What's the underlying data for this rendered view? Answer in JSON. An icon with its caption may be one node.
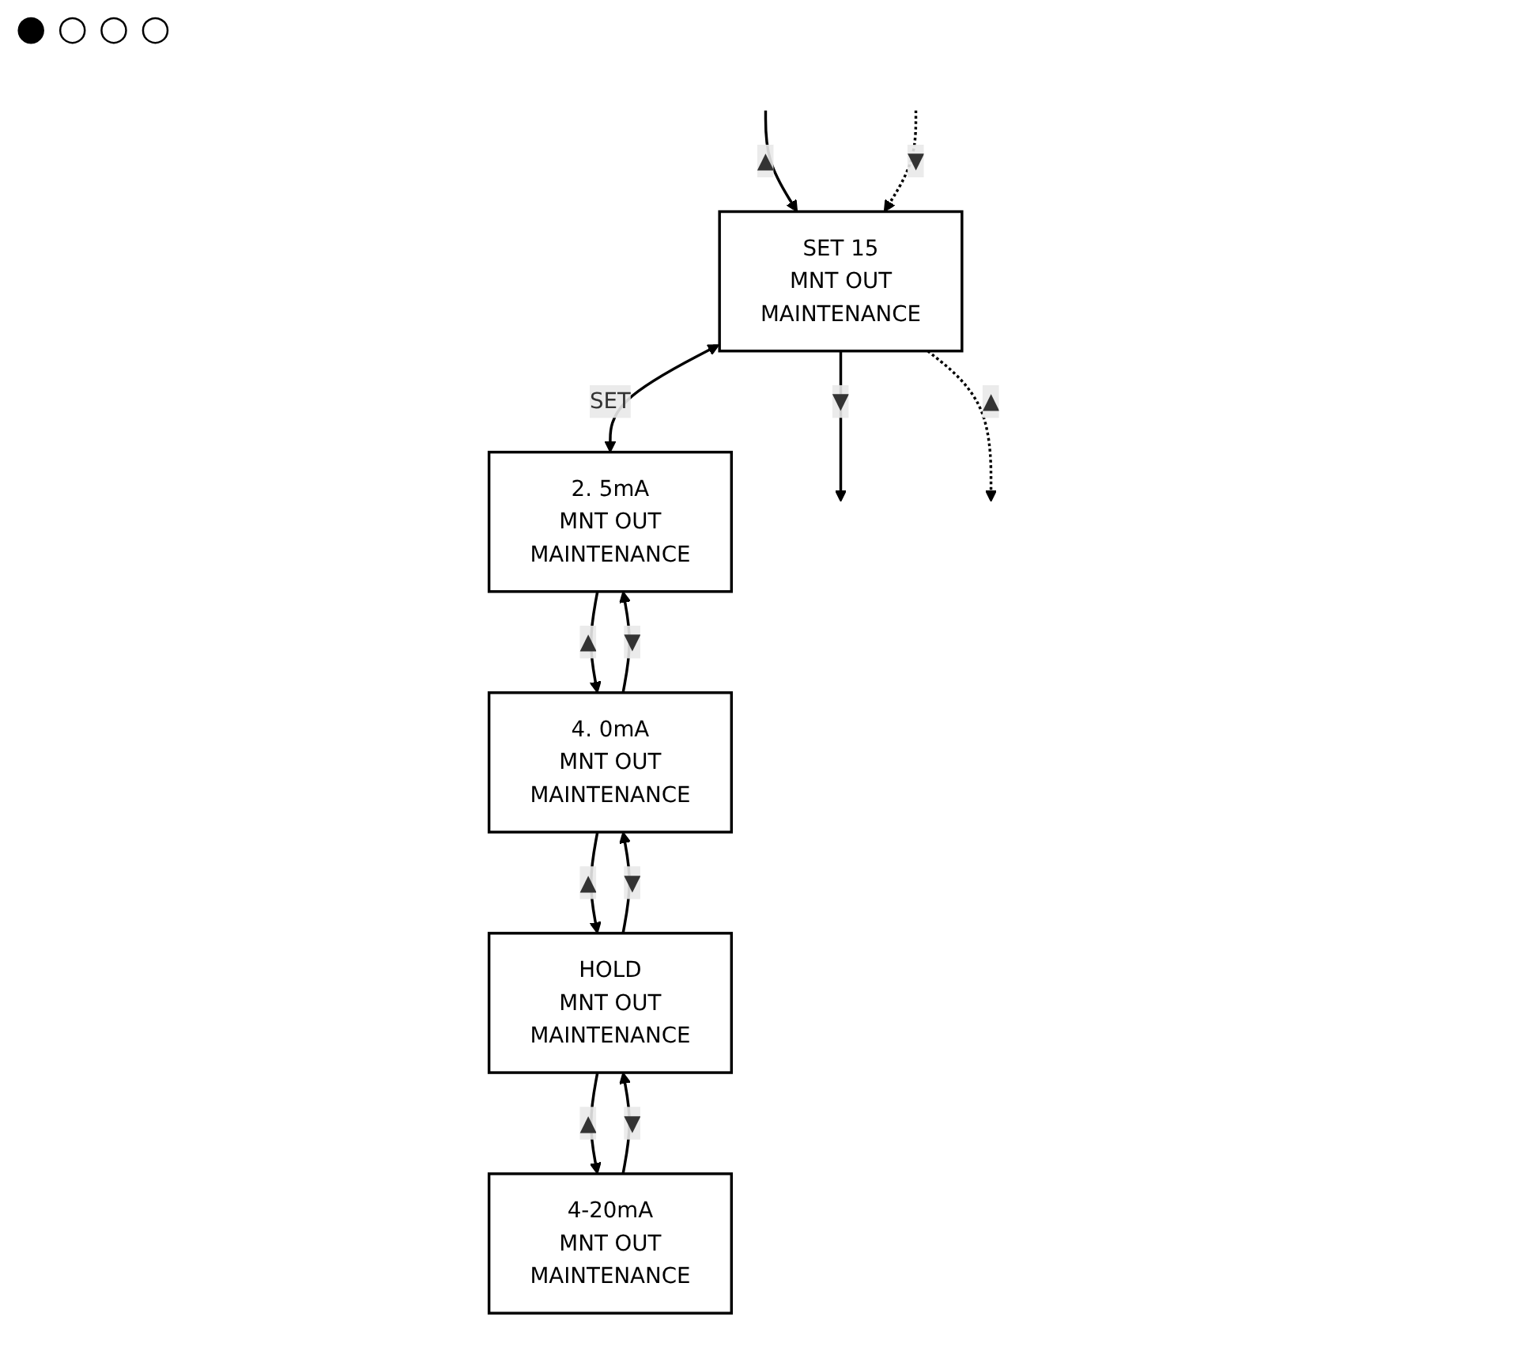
{
  "diagram": {
    "nodes": [
      {
        "text": [
          "SET 15",
          "MNT OUT",
          "MAINTENANCE"
        ]
      },
      {
        "text": [
          "2. 5mA",
          "MNT OUT",
          "MAINTENANCE"
        ]
      },
      {
        "text": [
          "4. 0mA",
          "MNT OUT",
          "MAINTENANCE"
        ]
      },
      {
        "text": [
          "HOLD",
          "MNT OUT",
          "MAINTENANCE"
        ]
      },
      {
        "text": [
          "4-20mA",
          "MNT OUT",
          "MAINTENANCE"
        ]
      }
    ],
    "edges": [
      {
        "from": null,
        "to": 0,
        "arrow": "to",
        "label": "▲"
      },
      {
        "from": 0,
        "to": null,
        "arrow": "to",
        "label": "▼"
      },
      {
        "from": 0,
        "to": 1,
        "arrow": "both",
        "label": "SET"
      },
      {
        "from": 1,
        "to": 2,
        "arrow": "to",
        "label": "▲"
      },
      {
        "from": 2,
        "to": 1,
        "arrow": "to",
        "label": "▼"
      },
      {
        "from": 2,
        "to": 3,
        "arrow": "to",
        "label": "▲"
      },
      {
        "from": 3,
        "to": 2,
        "arrow": "to",
        "label": "▼"
      },
      {
        "from": 3,
        "to": 4,
        "arrow": "to",
        "label": "▲"
      },
      {
        "from": 4,
        "to": 3,
        "arrow": "to",
        "label": "▼"
      },
      {
        "from": 0,
        "to": null,
        "arrow": "to",
        "label": "▲",
        "style": "dashed"
      },
      {
        "from": null,
        "to": 0,
        "arrow": "to",
        "label": "▼",
        "style": "dashed"
      }
    ],
    "labels": [
      "● ○ ○ ○"
    ]
  }
}
